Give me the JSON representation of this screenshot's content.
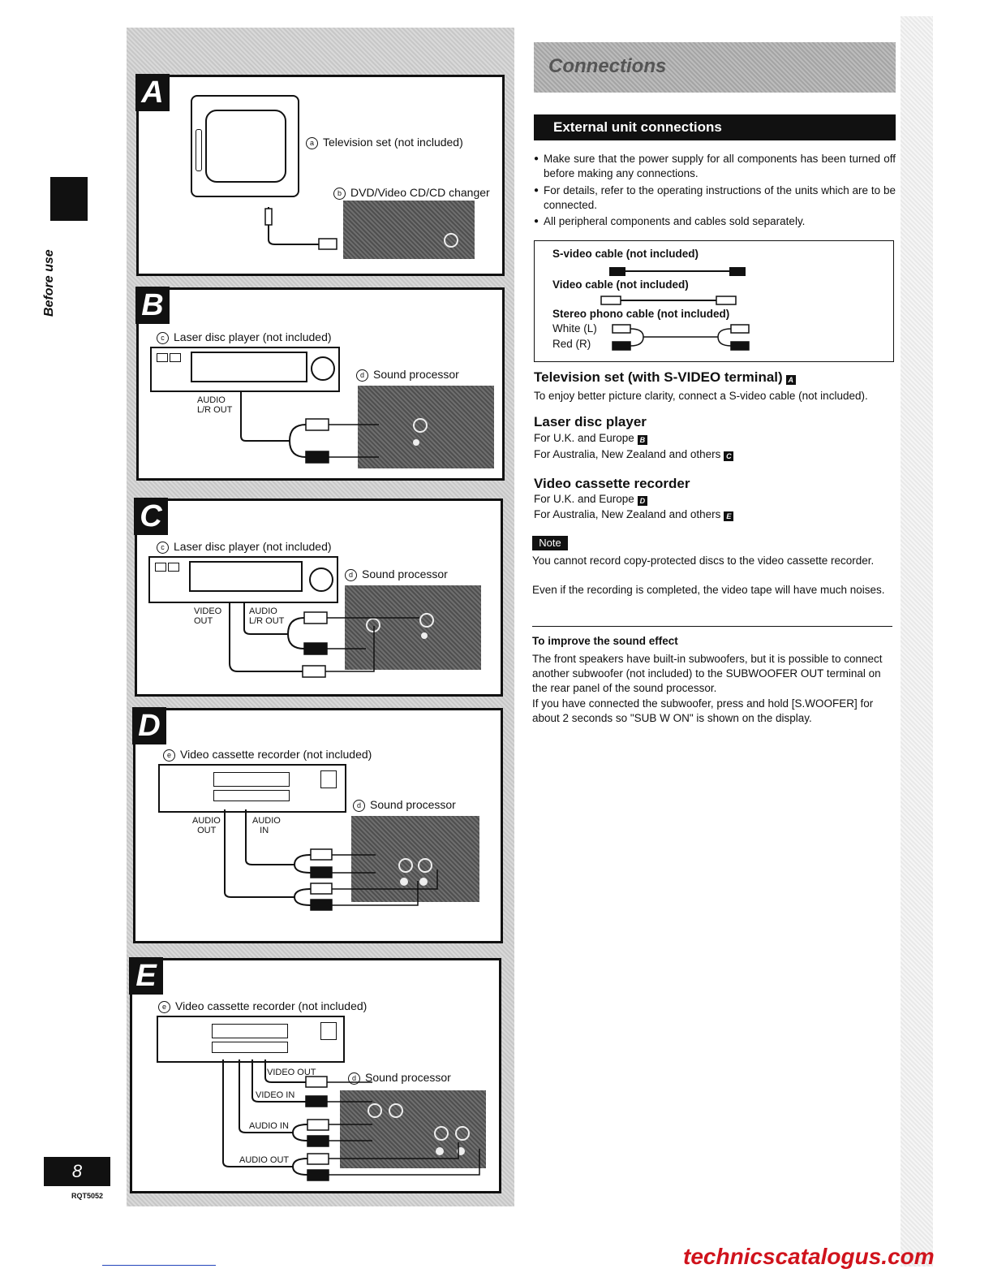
{
  "page": {
    "side_label": "Before use",
    "page_number": "8",
    "doc_code": "RQT5052",
    "watermark": "technicscatalogus.com"
  },
  "diagrams": {
    "a": {
      "letter": "A",
      "mark_a": "a",
      "tv_label": "Television set (not included)",
      "mark_b": "b",
      "dvd_label": "DVD/Video CD/CD changer"
    },
    "b": {
      "letter": "B",
      "mark_c": "c",
      "ld_label": "Laser disc player (not included)",
      "mark_d": "d",
      "proc_label": "Sound processor",
      "audio_out": "AUDIO\nL/R OUT"
    },
    "c": {
      "letter": "C",
      "mark_c": "c",
      "ld_label": "Laser disc player (not included)",
      "mark_d": "d",
      "proc_label": "Sound processor",
      "video_out": "VIDEO\nOUT",
      "audio_out": "AUDIO\nL/R OUT"
    },
    "d": {
      "letter": "D",
      "mark_e": "e",
      "vcr_label": "Video cassette recorder (not included)",
      "mark_d": "d",
      "proc_label": "Sound processor",
      "audio_out": "AUDIO\n  OUT",
      "audio_in": "AUDIO\n   IN"
    },
    "e": {
      "letter": "E",
      "mark_e": "e",
      "vcr_label": "Video cassette recorder (not included)",
      "mark_d": "d",
      "proc_label": "Sound processor",
      "video_out": "VIDEO OUT",
      "video_in": "VIDEO IN",
      "audio_in": "AUDIO IN",
      "audio_out": "AUDIO OUT"
    }
  },
  "right": {
    "header": "Connections",
    "ext_title": "External unit connections",
    "bullets": [
      "Make sure that the power supply for all components has been turned off before making any connections.",
      "For details, refer to the operating instructions of the units which are to be connected.",
      "All peripheral components and cables sold separately."
    ],
    "cables": {
      "svideo": "S-video cable (not included)",
      "video": "Video cable (not included)",
      "stereo": "Stereo phono cable (not included)",
      "white": "White (L)",
      "red": "Red (R)"
    },
    "tv": {
      "title": "Television set (with S-VIDEO terminal)",
      "ref": "A",
      "text": "To enjoy better picture clarity, connect a S-video cable (not included)."
    },
    "ld": {
      "title": "Laser disc player",
      "line1": "For U.K. and Europe",
      "ref1": "B",
      "line2": "For Australia, New Zealand and others",
      "ref2": "C"
    },
    "vcr": {
      "title": "Video cassette recorder",
      "line1": "For U.K. and Europe",
      "ref1": "D",
      "line2": "For Australia, New Zealand and others",
      "ref2": "E"
    },
    "note": {
      "badge": "Note",
      "p1": "You cannot record copy-protected discs to the video cassette recorder.",
      "p2": "Even if the recording is completed, the video tape will have much noises."
    },
    "sound": {
      "title": "To improve the sound effect",
      "p1": "The front speakers have built-in subwoofers, but it is possible to connect another subwoofer (not included) to the SUBWOOFER OUT terminal on the rear panel of the sound processor.",
      "p2": "If you have connected the subwoofer, press and hold [S.WOOFER] for about 2 seconds so \"SUB W ON\" is shown on the display."
    }
  }
}
